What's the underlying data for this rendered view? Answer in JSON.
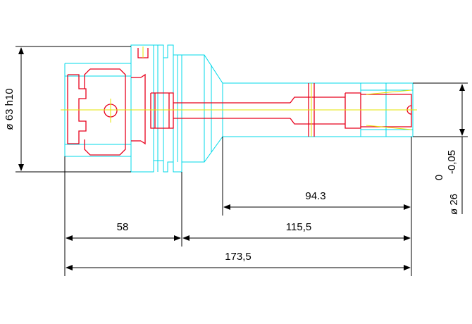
{
  "dimensions": {
    "diameter_shank": "ø 63 h10",
    "diameter_tip": "ø 26",
    "tolerance_upper": "0",
    "tolerance_lower": "-0,05",
    "length_94": "94.3",
    "length_58": "58",
    "length_115": "115,5",
    "length_total": "173,5"
  },
  "colors": {
    "outline": "#00d8e8",
    "hidden": "#e8001c",
    "centerline": "#e6e600",
    "dimension": "#000000"
  }
}
